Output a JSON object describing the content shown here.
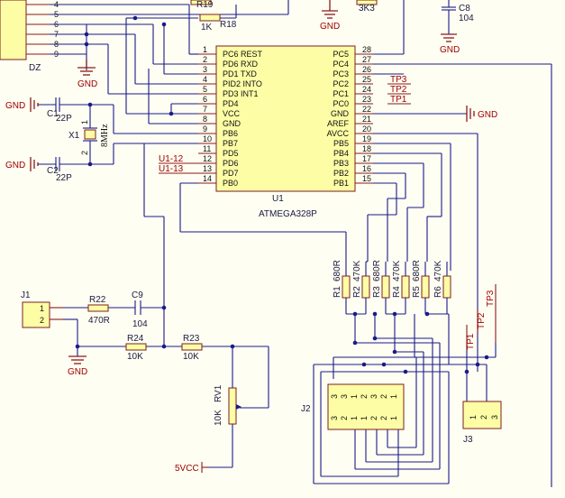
{
  "ic": {
    "ref": "U1",
    "value": "ATMEGA328P",
    "left_pins": [
      {
        "num": "1",
        "name": "PC6 REST"
      },
      {
        "num": "2",
        "name": "PD6 RXD"
      },
      {
        "num": "3",
        "name": "PD1 TXD"
      },
      {
        "num": "4",
        "name": "PID2 INTO"
      },
      {
        "num": "5",
        "name": "PD3 INT1"
      },
      {
        "num": "6",
        "name": "PD4"
      },
      {
        "num": "7",
        "name": "VCC"
      },
      {
        "num": "8",
        "name": "GND"
      },
      {
        "num": "9",
        "name": "PB6"
      },
      {
        "num": "10",
        "name": "PB7"
      },
      {
        "num": "11",
        "name": "PD5"
      },
      {
        "num": "12",
        "name": "PD6"
      },
      {
        "num": "13",
        "name": "PD7"
      },
      {
        "num": "14",
        "name": "PB0"
      }
    ],
    "right_pins": [
      {
        "num": "28",
        "name": "PC5"
      },
      {
        "num": "27",
        "name": "PC4"
      },
      {
        "num": "26",
        "name": "PC3"
      },
      {
        "num": "25",
        "name": "PC2"
      },
      {
        "num": "24",
        "name": "PC1"
      },
      {
        "num": "23",
        "name": "PC0"
      },
      {
        "num": "22",
        "name": "GND"
      },
      {
        "num": "21",
        "name": "AREF"
      },
      {
        "num": "20",
        "name": "AVCC"
      },
      {
        "num": "19",
        "name": "PB5"
      },
      {
        "num": "18",
        "name": "PB4"
      },
      {
        "num": "17",
        "name": "PB3"
      },
      {
        "num": "16",
        "name": "PB2"
      },
      {
        "num": "15",
        "name": "PB1"
      }
    ]
  },
  "dz": {
    "ref": "DZ",
    "pins": [
      "4",
      "5",
      "6",
      "7",
      "8",
      "9"
    ]
  },
  "net_labels": {
    "gnd": "GND",
    "u1_12": "U1-12",
    "u1_13": "U1-13",
    "tp1": "TP1",
    "tp2": "TP2",
    "tp3": "TP3",
    "vcc5": "5VCC"
  },
  "components": {
    "r19": {
      "ref": "R19"
    },
    "r18": {
      "ref": "R18",
      "value": "1K"
    },
    "r3k3": {
      "value": "3K3"
    },
    "c8": {
      "ref": "C8",
      "value": "104"
    },
    "c1": {
      "ref": "C1",
      "value": "22P"
    },
    "c2": {
      "ref": "C2",
      "value": "22P"
    },
    "x1": {
      "ref": "X1",
      "value": "8MHz",
      "pin1": "1",
      "pin2": "2"
    },
    "r1": {
      "ref": "R1",
      "value": "680R"
    },
    "r2": {
      "ref": "R2",
      "value": "470K"
    },
    "r3": {
      "ref": "R3",
      "value": "680R"
    },
    "r4": {
      "ref": "R4",
      "value": "470K"
    },
    "r5": {
      "ref": "R5",
      "value": "680R"
    },
    "r6": {
      "ref": "R6",
      "value": "470K"
    },
    "j1": {
      "ref": "J1",
      "pin1": "1",
      "pin2": "2"
    },
    "r22": {
      "ref": "R22",
      "value": "470R"
    },
    "c9": {
      "ref": "C9",
      "value": "104"
    },
    "r24": {
      "ref": "R24",
      "value": "10K"
    },
    "r23": {
      "ref": "R23",
      "value": "10K"
    },
    "rv1": {
      "ref": "RV1",
      "value": "10K"
    },
    "j2": {
      "ref": "J2",
      "row1": [
        "3",
        "3",
        "1",
        "2",
        "3",
        "2",
        "1"
      ],
      "row2": [
        "3",
        "2",
        "1",
        "1",
        "2",
        "2",
        "1"
      ]
    },
    "j3": {
      "ref": "J3",
      "pins": [
        "1",
        "2",
        "3"
      ]
    }
  }
}
